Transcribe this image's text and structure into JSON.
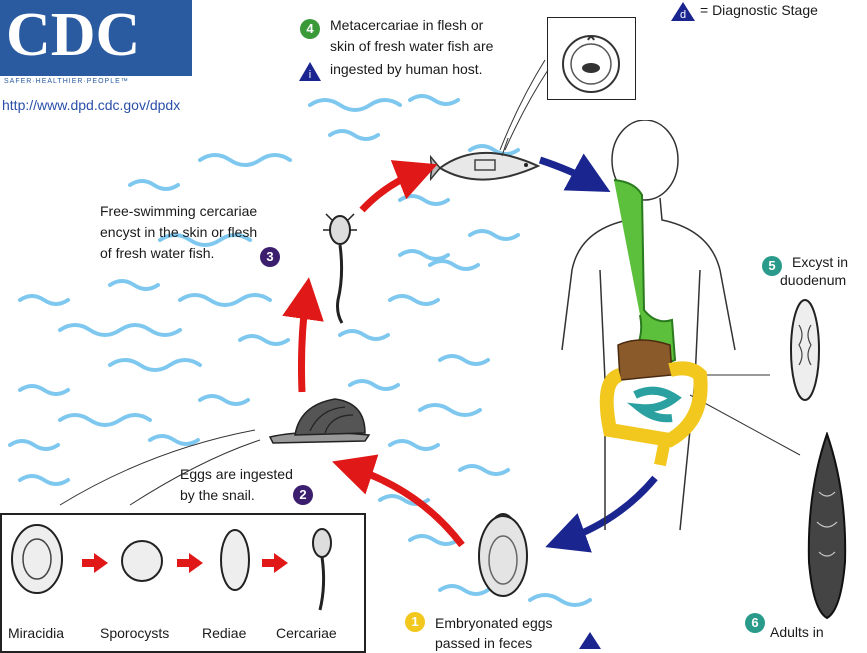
{
  "logo": {
    "text": "CDC",
    "tagline": "SAFER·HEALTHIER·PEOPLE™",
    "url": "http://www.dpd.cdc.gov/dpdx"
  },
  "legend": {
    "symbol": "d",
    "label": "= Diagnostic Stage"
  },
  "steps": {
    "step1": {
      "number": "1",
      "text_line1": "Embryonated eggs",
      "text_line2": "passed in feces"
    },
    "step2": {
      "number": "2",
      "text_line1": "Eggs are ingested",
      "text_line2": "by the snail."
    },
    "step3": {
      "number": "3",
      "text_line1": "Free-swimming cercariae",
      "text_line2": "encyst in the skin or flesh",
      "text_line3": "of fresh water fish."
    },
    "step4": {
      "number": "4",
      "symbol": "i",
      "text_line1": "Metacercariae in flesh or",
      "text_line2": "skin of fresh water fish are",
      "text_line3": "ingested by human host."
    },
    "step5": {
      "number": "5",
      "text_line1": "Excyst in",
      "text_line2": "duodenum"
    },
    "step6": {
      "number": "6",
      "text_line1": "Adults in"
    }
  },
  "snail_stages": [
    "Miracidia",
    "Sporocysts",
    "Rediae",
    "Cercariae"
  ],
  "colors": {
    "step_green": "#3a9a3a",
    "step_purple": "#3b1f6e",
    "step_teal": "#2a9a8a",
    "step_yellow": "#f2c81e",
    "arrow_red": "#e01818",
    "arrow_blue": "#1a2590",
    "water": "#7ec8ef",
    "cdc_blue": "#2a5aa0"
  }
}
